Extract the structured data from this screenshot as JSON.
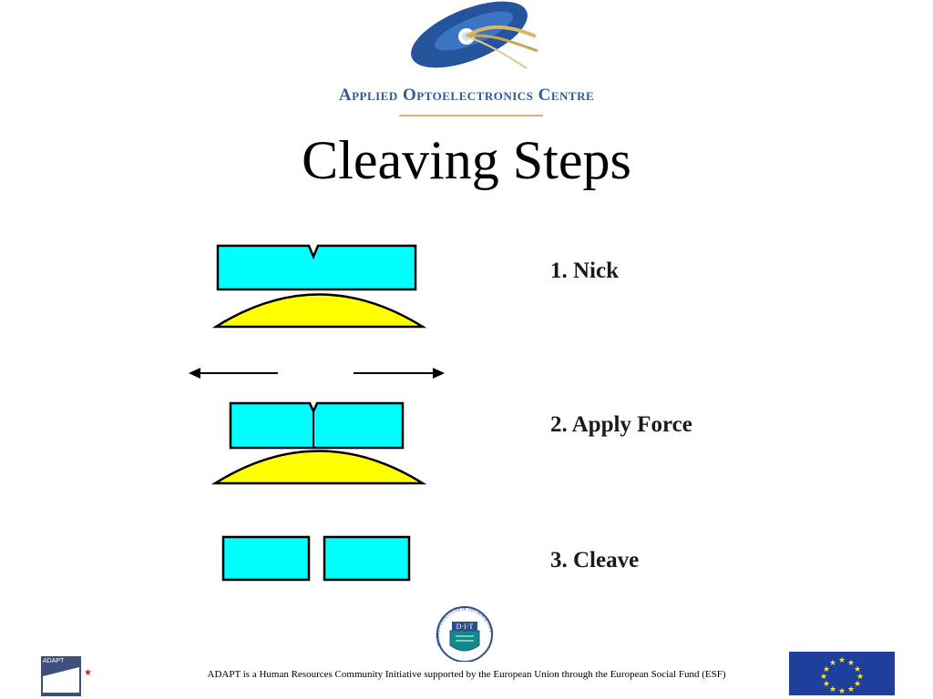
{
  "header": {
    "org_name": "Applied Optoelectronics Centre",
    "title": "Cleaving Steps"
  },
  "diagram": {
    "steps": [
      {
        "label": "1. Nick"
      },
      {
        "label": "2. Apply Force"
      },
      {
        "label": "3. Cleave"
      }
    ],
    "colors": {
      "wafer": "#00ffff",
      "support": "#ffff00",
      "outline": "#000000",
      "background": "#ffffff"
    }
  },
  "seal": {
    "outer_text": "DUBLIN INSTITUTE of TECHNOLOGY",
    "inner_text": "D·I·T"
  },
  "footer": {
    "text": "ADAPT is a Human Resources Community Initiative supported by the European Union through the European Social Fund (ESF)",
    "adapt_logo_text": "ADAPT",
    "star_glyph": "★"
  },
  "icons": {
    "top_logo": "aoc-eye-logo-icon",
    "seal": "dit-seal-icon",
    "flag": "eu-flag-icon"
  }
}
